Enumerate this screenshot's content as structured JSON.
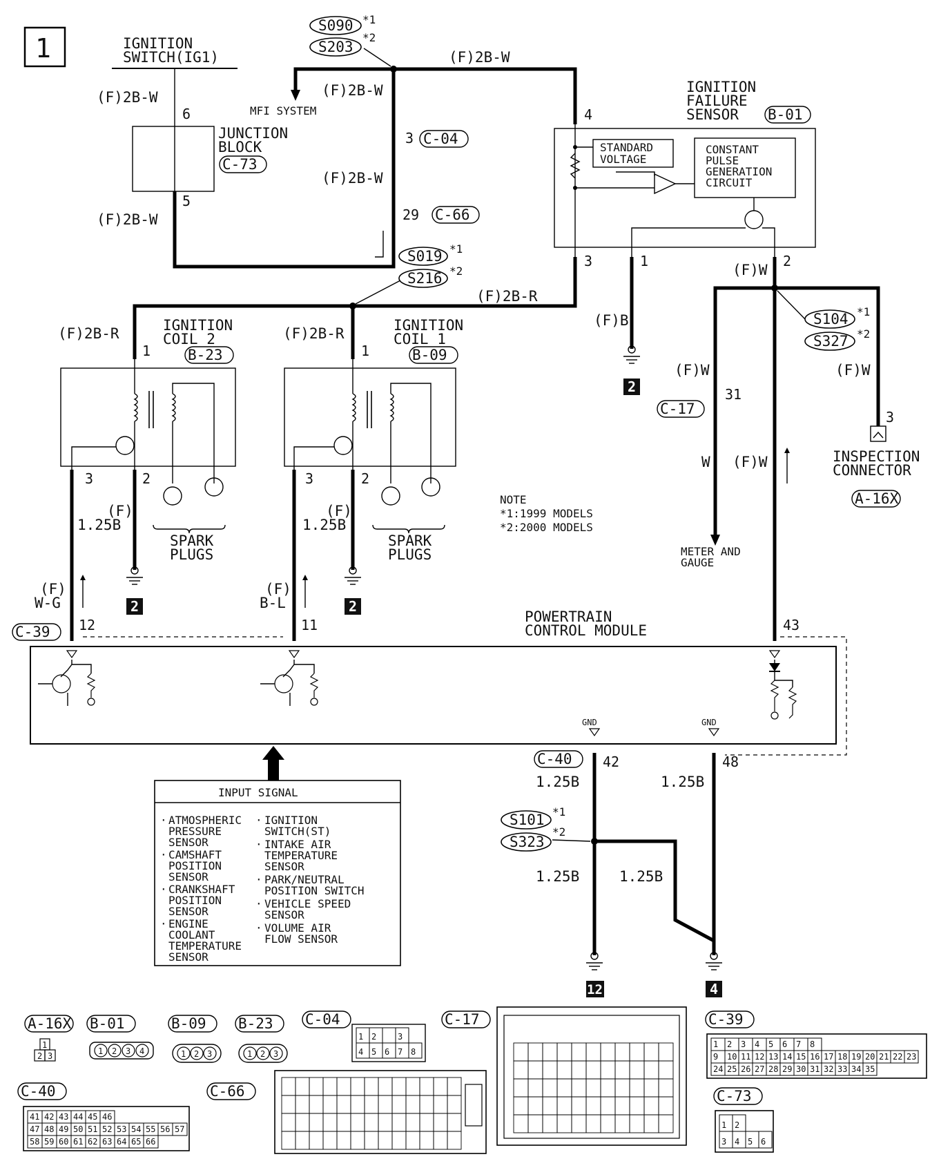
{
  "page_number": "1",
  "wire_code_2bw": "(F)2B-W",
  "wire_code_2br": "(F)2B-R",
  "wire_code_fw": "(F)W",
  "wire_code_fb": "(F)B",
  "wire_w": "W",
  "wire_f": "(F)",
  "wire_125b": "1.25B",
  "wire_wg": "W-G",
  "wire_bl": "B-L",
  "ignition_switch": {
    "line1": "IGNITION",
    "line2": "SWITCH(IG1)"
  },
  "junction_block": {
    "line1": "JUNCTION",
    "line2": "BLOCK",
    "code": "C-73"
  },
  "mfi_system": "MFI SYSTEM",
  "ignition_failure_sensor": {
    "line1": "IGNITION",
    "line2": "FAILURE",
    "line3": "SENSOR",
    "code": "B-01",
    "standard_voltage_1": "STANDARD",
    "standard_voltage_2": "VOLTAGE",
    "circuit_1": "CONSTANT",
    "circuit_2": "PULSE",
    "circuit_3": "GENERATION",
    "circuit_4": "CIRCUIT"
  },
  "ignition_coil_2": {
    "line1": "IGNITION",
    "line2": "COIL 2",
    "code": "B-23"
  },
  "ignition_coil_1": {
    "line1": "IGNITION",
    "line2": "COIL 1",
    "code": "B-09"
  },
  "spark_plugs": {
    "line1": "SPARK",
    "line2": "PLUGS"
  },
  "inspection_connector": {
    "line1": "INSPECTION",
    "line2": "CONNECTOR",
    "code": "A-16X"
  },
  "meter_gauge": {
    "line1": "METER AND",
    "line2": "GAUGE"
  },
  "pcm": {
    "line1": "POWERTRAIN",
    "line2": "CONTROL MODULE",
    "gnd": "GND"
  },
  "splices": {
    "s090": "S090",
    "s203": "S203",
    "s019": "S019",
    "s216": "S216",
    "s104": "S104",
    "s327": "S327",
    "s101": "S101",
    "s323": "S323",
    "mark1": "*1",
    "mark2": "*2"
  },
  "connector_codes": {
    "c04": "C-04",
    "c66": "C-66",
    "c17": "C-17",
    "c39": "C-39",
    "c40": "C-40"
  },
  "pins": {
    "p1": "1",
    "p2": "2",
    "p3": "3",
    "p4": "4",
    "p5": "5",
    "p6": "6",
    "p11": "11",
    "p12": "12",
    "p29": "29",
    "p31": "31",
    "p42": "42",
    "p43": "43",
    "p48": "48"
  },
  "ground_refs": {
    "g2": "2",
    "g4": "4",
    "g12": "12"
  },
  "note": {
    "title": "NOTE",
    "line1": "*1:1999 MODELS",
    "line2": "*2:2000 MODELS"
  },
  "input_signal": {
    "title": "INPUT SIGNAL",
    "left": [
      [
        "ATMOSPHERIC",
        "PRESSURE",
        "SENSOR"
      ],
      [
        "CAMSHAFT",
        "POSITION",
        "SENSOR"
      ],
      [
        "CRANKSHAFT",
        "POSITION",
        "SENSOR"
      ],
      [
        "ENGINE",
        "COOLANT",
        "TEMPERATURE",
        "SENSOR"
      ]
    ],
    "right": [
      [
        "IGNITION",
        "SWITCH(ST)"
      ],
      [
        "INTAKE AIR",
        "TEMPERATURE",
        "SENSOR"
      ],
      [
        "PARK/NEUTRAL",
        "POSITION SWITCH"
      ],
      [
        "VEHICLE SPEED",
        "SENSOR"
      ],
      [
        "VOLUME AIR",
        "FLOW SENSOR"
      ]
    ]
  },
  "connector_views": {
    "a16x": {
      "code": "A-16X",
      "rows": [
        [
          "1"
        ],
        [
          "2",
          "3"
        ]
      ]
    },
    "b01": {
      "code": "B-01",
      "rows": [
        [
          "1",
          "2",
          "3",
          "4"
        ]
      ]
    },
    "b09": {
      "code": "B-09",
      "rows": [
        [
          "1",
          "2",
          "3"
        ]
      ]
    },
    "b23": {
      "code": "B-23",
      "rows": [
        [
          "1",
          "2",
          "3"
        ]
      ]
    },
    "c04": {
      "code": "C-04",
      "rows": [
        [
          "1",
          "2",
          "",
          "3"
        ],
        [
          "4",
          "5",
          "6",
          "7",
          "8"
        ]
      ]
    },
    "c17": {
      "code": "C-17"
    },
    "c39": {
      "code": "C-39",
      "rows": [
        [
          "1",
          "2",
          "3",
          "4",
          "5",
          "6",
          "7",
          "8"
        ],
        [
          "9",
          "10",
          "11",
          "12",
          "13",
          "14",
          "15",
          "16",
          "17",
          "18",
          "19",
          "20",
          "21",
          "22",
          "23"
        ],
        [
          "24",
          "25",
          "26",
          "27",
          "28",
          "29",
          "30",
          "31",
          "32",
          "33",
          "34",
          "35"
        ]
      ]
    },
    "c40": {
      "code": "C-40",
      "rows": [
        [
          "41",
          "42",
          "43",
          "44",
          "45",
          "46"
        ],
        [
          "47",
          "48",
          "49",
          "50",
          "51",
          "52",
          "53",
          "54",
          "55",
          "56",
          "57"
        ],
        [
          "58",
          "59",
          "60",
          "61",
          "62",
          "63",
          "64",
          "65",
          "66"
        ]
      ]
    },
    "c66": {
      "code": "C-66"
    },
    "c73": {
      "code": "C-73",
      "rows": [
        [
          "1",
          "2"
        ],
        [
          "3",
          "4",
          "5",
          "6"
        ]
      ]
    }
  }
}
